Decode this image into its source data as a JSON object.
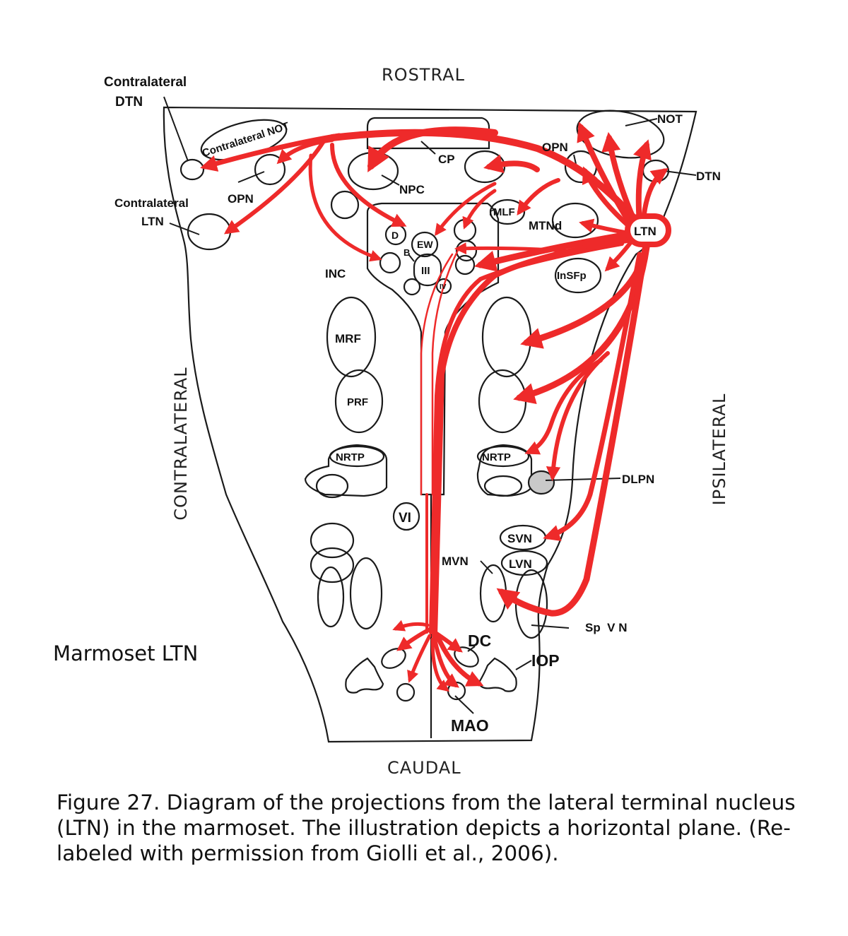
{
  "orientation": {
    "rostral": "ROSTRAL",
    "caudal": "CAUDAL",
    "contralateral": "CONTRALATERAL",
    "ipsilateral": "IPSILATERAL"
  },
  "species_label": "Marmoset LTN",
  "caption": "Figure 27. Diagram of the projections from the lateral terminal nucleus (LTN) in the marmoset. The illustration depicts a horizontal plane. (Re-labeled with permission from Giolli et al., 2006).",
  "labels": {
    "contra_dtn_line1": "Contralateral",
    "contra_dtn_line2": "DTN",
    "contra_not": "Contralateral NOT",
    "contra_opn": "OPN",
    "contra_ltn_line1": "Contralateral",
    "contra_ltn_line2": "LTN",
    "cp": "CP",
    "npc": "NPC",
    "not": "NOT",
    "opn": "OPN",
    "dtn": "DTN",
    "rmlf": "rMLF",
    "mtnd": "MTNd",
    "ltn": "LTN",
    "insfp": "InSFp",
    "d": "D",
    "b": "B",
    "ew": "EW",
    "iii": "III",
    "iv": "IV",
    "inc": "INC",
    "mrf": "MRF",
    "prf": "PRF",
    "nrtp_left": "NRTP",
    "nrtp_right": "NRTP",
    "dlpn": "DLPN",
    "vi": "VI",
    "svn": "SVN",
    "mvn": "MVN",
    "lvn": "LVN",
    "spvn": "Sp  V N",
    "dc": "DC",
    "iop": "IOP",
    "mao": "MAO"
  },
  "colors": {
    "projection": "#ee2a2a",
    "outline": "#1a1a1a",
    "background": "#ffffff"
  }
}
